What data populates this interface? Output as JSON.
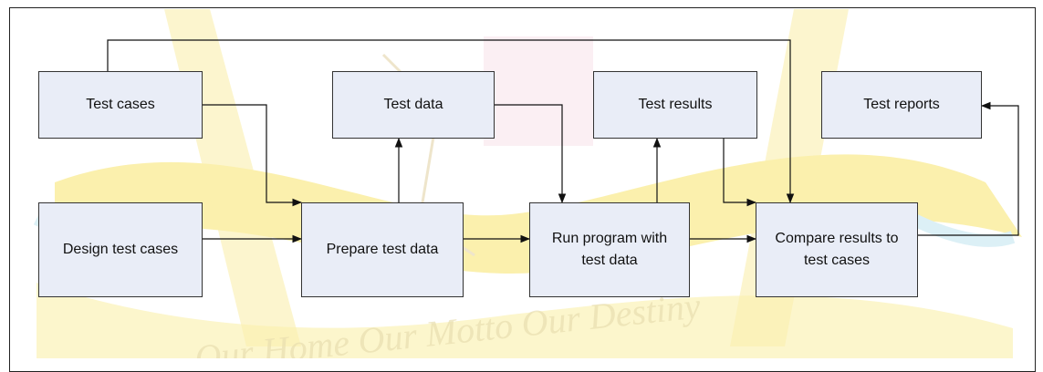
{
  "diagram": {
    "nodes": {
      "test_cases": "Test cases",
      "test_data": "Test data",
      "test_results": "Test results",
      "test_reports": "Test reports",
      "design_test_cases": "Design test cases",
      "prepare_test_data": "Prepare test data",
      "run_program": "Run program with\ntest data",
      "compare_results": "Compare results to\ntest cases"
    },
    "watermark_text": "Our Home Our Motto Our Destiny",
    "colors": {
      "box_fill": "#e9edf7",
      "line": "#111111",
      "watermark_yellow": "#f7e36a",
      "watermark_pink": "#f1b9c8"
    }
  }
}
